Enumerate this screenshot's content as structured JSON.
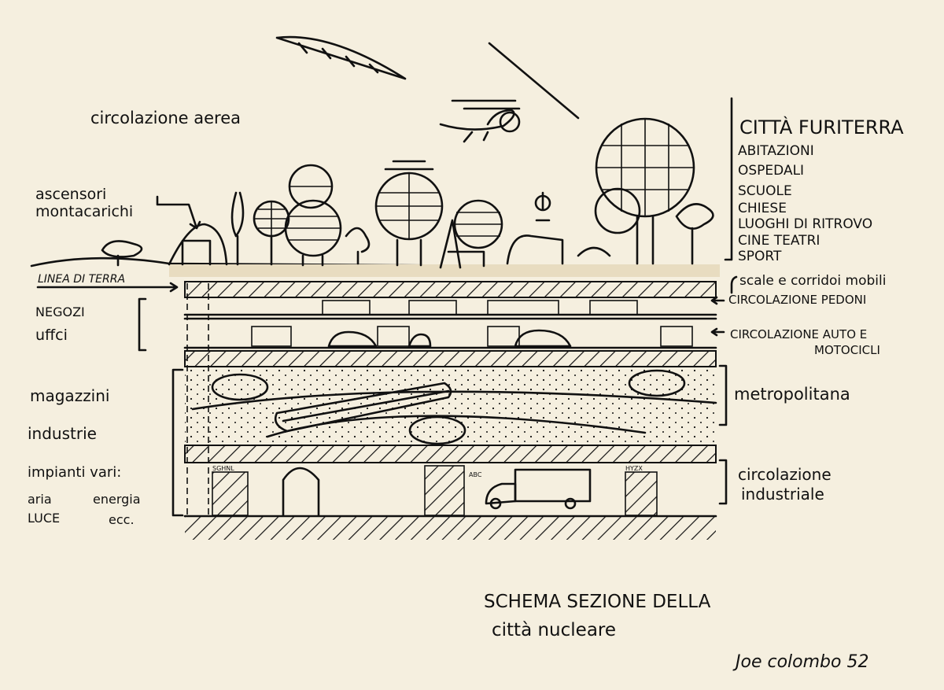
{
  "drawing": {
    "sky_label": "circolazione aerea",
    "surface": {
      "title": "CITTÀ FURITERRA",
      "items": [
        "ABITAZIONI",
        "OSPEDALI",
        "SCUOLE",
        "CHIESE",
        "LUOGHI DI RITROVO",
        "CINE TEATRI",
        "SPORT"
      ]
    },
    "right_labels": {
      "stairs": "scale e corridoi mobili",
      "pedestrians": "CIRCOLAZIONE PEDONI",
      "cars_1": "CIRCOLAZIONE AUTO E",
      "cars_2": "MOTOCICLI",
      "metro": "metropolitana",
      "industrial_1": "circolazione",
      "industrial_2": "industriale"
    },
    "left_labels": {
      "lifts_1": "ascensori",
      "lifts_2": "montacarichi",
      "ground_line": "LINEA DI TERRA",
      "shops": "NEGOZI",
      "offices": "uffci",
      "warehouses": "magazzini",
      "industries": "industrie",
      "plants": "impianti vari:",
      "plants_1a": "aria",
      "plants_1b": "energia",
      "plants_2a": "LUCE",
      "plants_2b": "ecc."
    },
    "signs": {
      "sign_1": "ABC",
      "sign_2": "SGHNL",
      "sign_3": "HYZX"
    },
    "caption_1": "SCHEMA SEZIONE DELLA",
    "caption_2": "città nucleare",
    "signature": "Joe colombo 52",
    "colors": {
      "paper": "#f5efdf",
      "ink": "#111111"
    }
  }
}
